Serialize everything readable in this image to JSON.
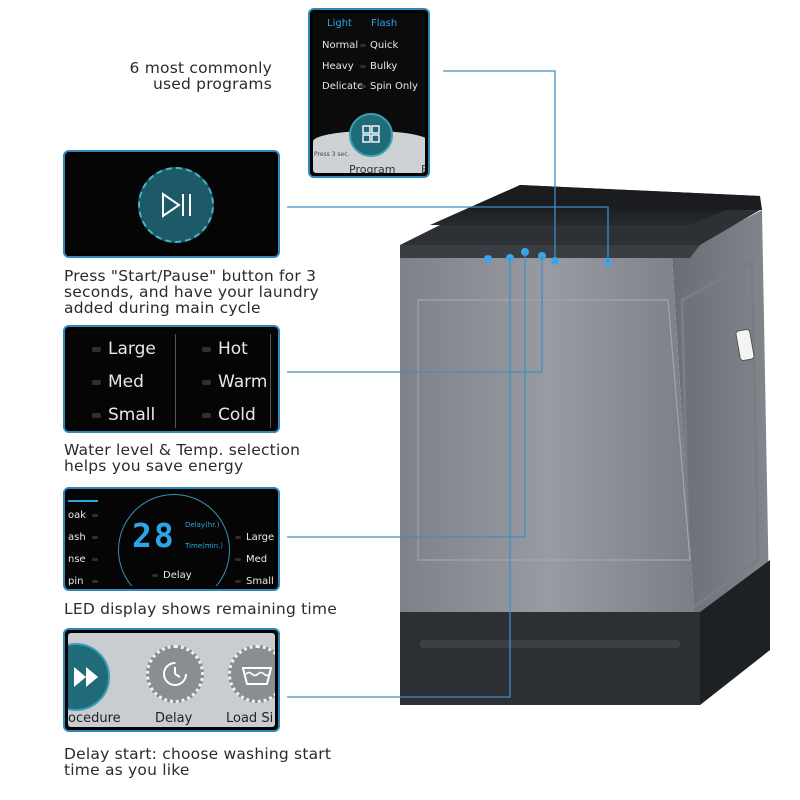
{
  "captions": {
    "programs": [
      "6 most commonly",
      "used programs"
    ],
    "start_pause": [
      "Press \"Start/Pause\" button for 3",
      "seconds, and have your laundry",
      "added during main cycle"
    ],
    "water": [
      "Water level & Temp. selection",
      "helps you save energy"
    ],
    "led": [
      "LED display shows remaining time"
    ],
    "delay": [
      "Delay start: choose washing start",
      "time as you like"
    ]
  },
  "program_panel": {
    "tabs": [
      "Light",
      "Flash"
    ],
    "rows": [
      [
        "Normal",
        "Quick"
      ],
      [
        "Heavy",
        "Bulky"
      ],
      [
        "Delicate",
        "Spin Only"
      ]
    ],
    "program_label": "Program",
    "press_hint": "Press 3 sec.",
    "edge_letter": "E"
  },
  "water_panel": {
    "levels": [
      "Large",
      "Med",
      "Small"
    ],
    "temps": [
      "Hot",
      "Warm",
      "Cold"
    ]
  },
  "led_panel": {
    "digits": "28",
    "delay_hr": "Delay(hr.)",
    "time_min": "Time(min.)",
    "left_items": [
      "oak",
      "ash",
      "nse",
      "pin"
    ],
    "right_items": [
      "Large",
      "Med",
      "Small"
    ],
    "delay_label": "Delay"
  },
  "delay_panel": {
    "labels": [
      "ocedure",
      "Delay",
      "Load Si"
    ]
  },
  "colors": {
    "accent": "#2f86b8",
    "led_blue": "#2aa6e6",
    "machine_gray": "#8d9197"
  }
}
